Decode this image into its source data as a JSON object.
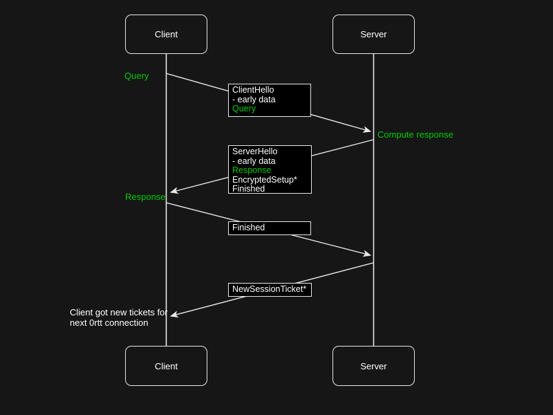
{
  "colors": {
    "background": "#161616",
    "box_fill": "#000000",
    "line": "#e8e8e8",
    "white": "#ffffff",
    "green": "#00cc00"
  },
  "actors": {
    "top": [
      {
        "label": "Client"
      },
      {
        "label": "Server"
      }
    ],
    "bottom": [
      {
        "label": "Client"
      },
      {
        "label": "Server"
      }
    ]
  },
  "messages": [
    {
      "from": "Client",
      "to": "Server",
      "lines": [
        {
          "text": "ClientHello",
          "color": "white"
        },
        {
          "text": "- early data",
          "color": "white"
        },
        {
          "text": "Query",
          "color": "green"
        }
      ]
    },
    {
      "from": "Server",
      "to": "Client",
      "lines": [
        {
          "text": "ServerHello",
          "color": "white"
        },
        {
          "text": "- early data",
          "color": "white"
        },
        {
          "text": "Response",
          "color": "green"
        },
        {
          "text": "EncryptedSetup*",
          "color": "white"
        },
        {
          "text": "Finished",
          "color": "white"
        }
      ]
    },
    {
      "from": "Client",
      "to": "Server",
      "lines": [
        {
          "text": "Finished",
          "color": "white"
        }
      ]
    },
    {
      "from": "Server",
      "to": "Client",
      "lines": [
        {
          "text": "NewSessionTicket*",
          "color": "white"
        }
      ]
    }
  ],
  "labels": {
    "query": {
      "text": "Query",
      "color": "green"
    },
    "compute_response": {
      "text": "Compute response",
      "color": "green"
    },
    "response": {
      "text": "Response",
      "color": "green"
    }
  },
  "note": {
    "color": "white",
    "lines": [
      "Client got new tickets for",
      "next 0rtt connection"
    ]
  }
}
